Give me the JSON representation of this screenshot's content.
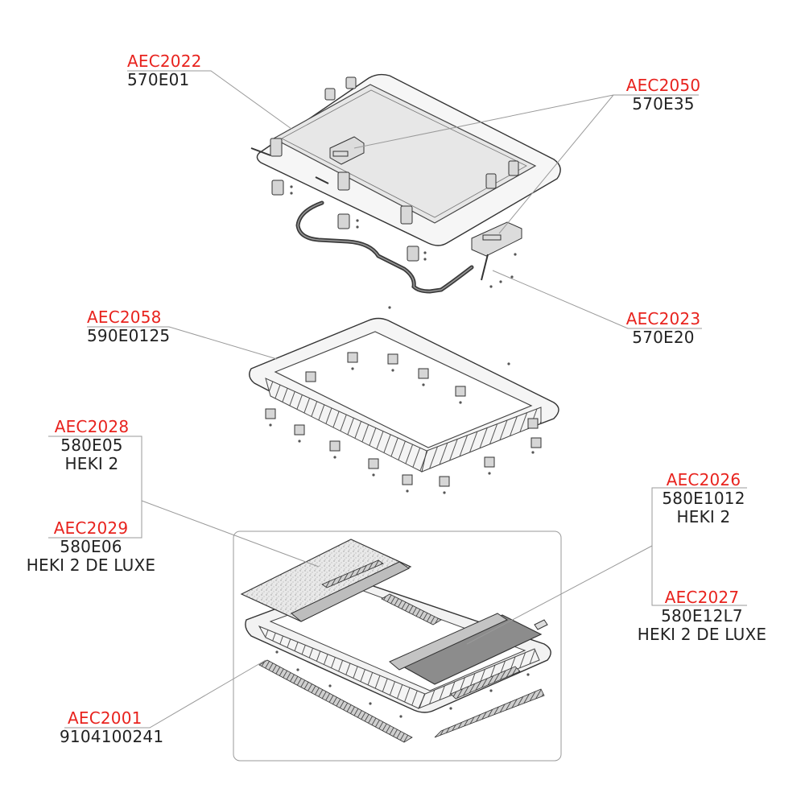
{
  "parts": [
    {
      "id": "aec2022",
      "code": "AEC2022",
      "ref": "570E01"
    },
    {
      "id": "aec2050",
      "code": "AEC2050",
      "ref": "570E35"
    },
    {
      "id": "aec2058",
      "code": "AEC2058",
      "ref": "590E0125"
    },
    {
      "id": "aec2023",
      "code": "AEC2023",
      "ref": "570E20"
    },
    {
      "id": "aec2028",
      "code": "AEC2028",
      "ref": "580E05",
      "desc": "HEKI 2"
    },
    {
      "id": "aec2029",
      "code": "AEC2029",
      "ref": "580E06",
      "desc": "HEKI 2 DE LUXE"
    },
    {
      "id": "aec2026",
      "code": "AEC2026",
      "ref": "580E1012",
      "desc": "HEKI 2"
    },
    {
      "id": "aec2027",
      "code": "AEC2027",
      "ref": "580E12L7",
      "desc": "HEKI 2 DE LUXE"
    },
    {
      "id": "aec2001",
      "code": "AEC2001",
      "ref": "9104100241"
    }
  ],
  "colors": {
    "code": "#e8231e",
    "text": "#222222",
    "line": "#9a9a9a",
    "part_fill": "#f2f2f2",
    "part_stroke": "#3a3a3a"
  }
}
